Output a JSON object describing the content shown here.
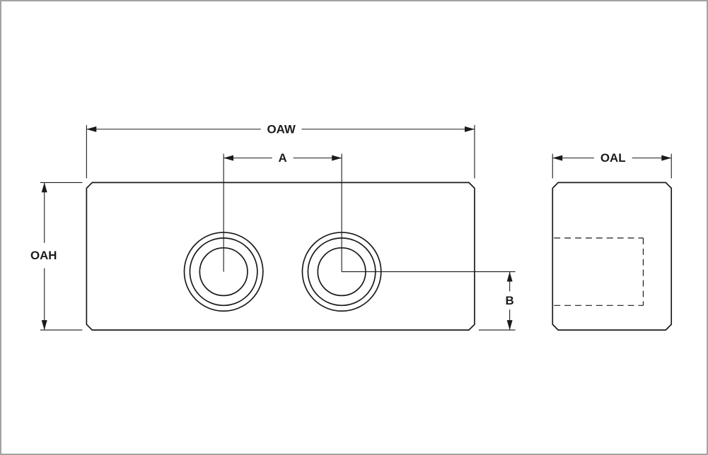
{
  "drawing": {
    "title": "dimensioned-block-two-views",
    "labels": {
      "oaw": "OAW",
      "a": "A",
      "oah": "OAH",
      "b": "B",
      "oal": "OAL"
    },
    "colors": {
      "line": "#1a1a1a",
      "border": "#a3a3a3",
      "background": "#ffffff"
    }
  }
}
